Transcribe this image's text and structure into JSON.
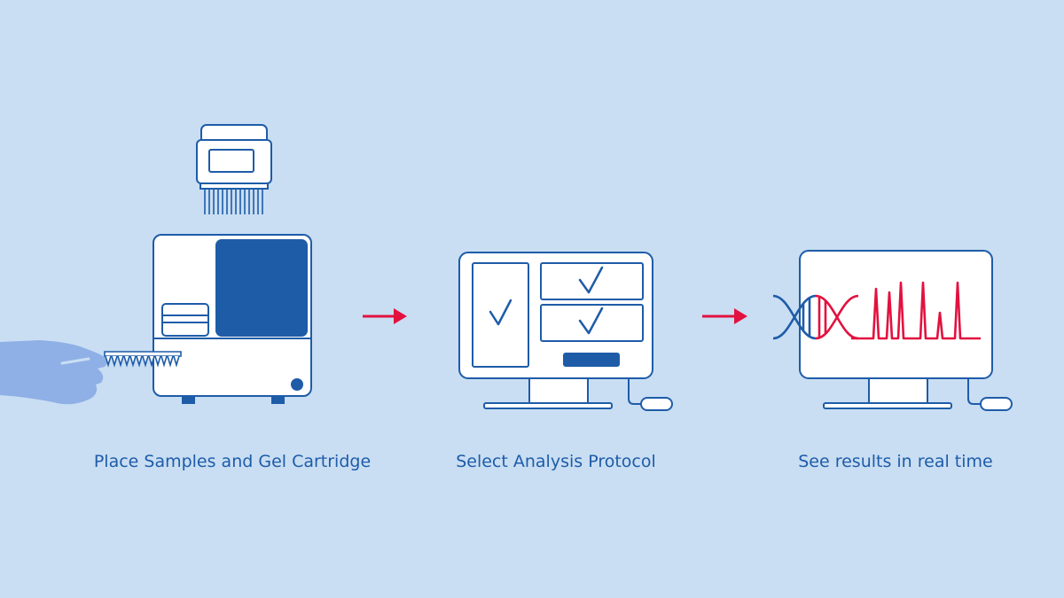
{
  "steps": [
    {
      "caption": "Place Samples and Gel Cartridge"
    },
    {
      "caption": "Select Analysis Protocol"
    },
    {
      "caption": "See results in real time"
    }
  ],
  "colors": {
    "background": "#c9def3",
    "outline": "#1e5ca8",
    "fill_white": "#ffffff",
    "accent_red": "#e2113f",
    "glove": "#8fb0e6"
  },
  "icons": [
    "gel-cartridge-icon",
    "analyzer-instrument-icon",
    "gloved-hand-icon",
    "sample-strip-icon",
    "computer-monitor-icon",
    "checkmark-icon",
    "dna-helix-icon",
    "electropherogram-icon",
    "mouse-icon",
    "arrow-right-icon"
  ]
}
